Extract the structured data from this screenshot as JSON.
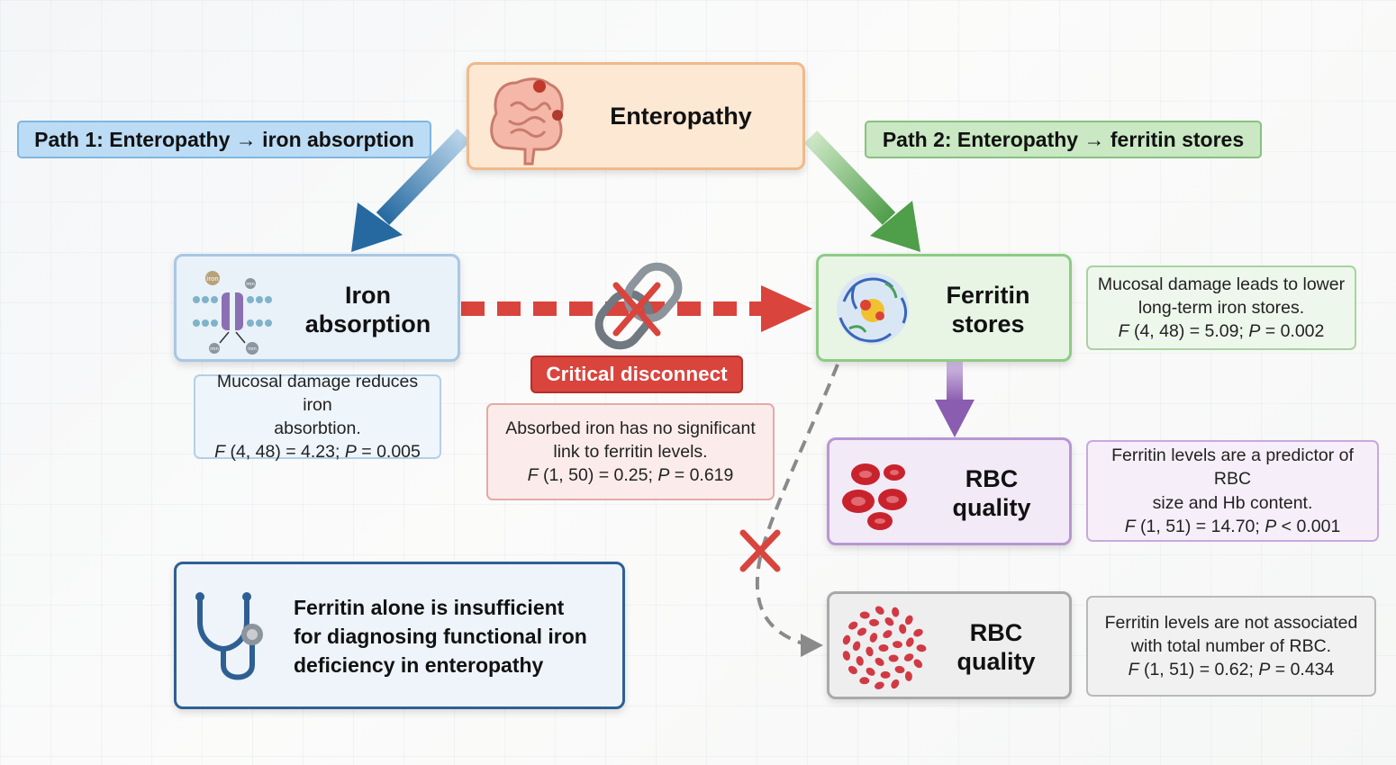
{
  "path1": {
    "label": "Path 1: Enteropathy → iron absorption"
  },
  "path2": {
    "label": "Path 2: Enteropathy → ferritin stores"
  },
  "enteropathy": {
    "title": "Enteropathy"
  },
  "iron_absorption": {
    "title_line1": "Iron",
    "title_line2": "absorption",
    "icon_labels": [
      "iron",
      "iron",
      "iron",
      "iron"
    ]
  },
  "ferritin_stores": {
    "title_line1": "Ferritin",
    "title_line2": "stores"
  },
  "rbc_quality_1": {
    "title_line1": "RBC",
    "title_line2": "quality"
  },
  "rbc_quality_2": {
    "title_line1": "RBC",
    "title_line2": "quality"
  },
  "critical_disconnect": {
    "label": "Critical disconnect"
  },
  "note_iron": {
    "line1": "Mucosal damage reduces iron",
    "line2": "absorbtion.",
    "stat_f": "F",
    "stat_mid": " (4, 48) = 4.23; ",
    "stat_p": "P",
    "stat_end": " = 0.005"
  },
  "note_disconnect": {
    "line1": "Absorbed iron has no significant",
    "line2": "link to ferritin levels.",
    "stat_f": "F",
    "stat_mid": " (1, 50) = 0.25; ",
    "stat_p": "P",
    "stat_end": " = 0.619"
  },
  "note_ferritin": {
    "line1": "Mucosal damage leads to lower",
    "line2": "long-term iron stores.",
    "stat_f": "F",
    "stat_mid": " (4, 48) = 5.09; ",
    "stat_p": "P",
    "stat_end": " = 0.002"
  },
  "note_rbc1": {
    "line1": "Ferritin levels are a predictor of RBC",
    "line2": "size and Hb content.",
    "stat_f": "F",
    "stat_mid": " (1, 51) = 14.70; ",
    "stat_p": "P",
    "stat_end": " < 0.001"
  },
  "note_rbc2": {
    "line1": "Ferritin levels are not associated",
    "line2": "with total number of RBC.",
    "stat_f": "F",
    "stat_mid": " (1, 51) = 0.62; ",
    "stat_p": "P",
    "stat_end": " = 0.434"
  },
  "conclusion": {
    "line1": "Ferritin alone is insufficient",
    "line2": "for diagnosing functional iron",
    "line3": "deficiency in enteropathy"
  },
  "colors": {
    "path1_blue": "#2e76a8",
    "path2_green": "#5aa352",
    "enteropathy_orange": "#f0b98a",
    "disconnect_red": "#d9443d",
    "rbc_purple": "#8e5fb2",
    "neutral_gray": "#8a8a8a"
  }
}
